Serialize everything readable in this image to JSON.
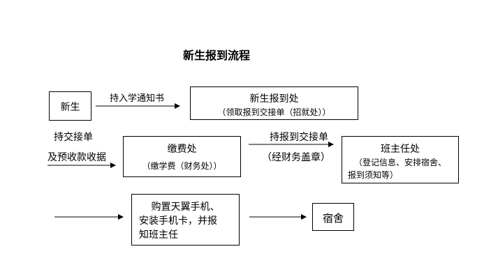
{
  "title": "新生报到流程",
  "nodes": {
    "new_student": {
      "text": "新生"
    },
    "registration_office": {
      "text": "新生报到处",
      "sub": "（领取报到交接单（招就处））"
    },
    "payment_office": {
      "text": "缴费处",
      "sub": "（缴学费（财务处））"
    },
    "class_teacher": {
      "text": "班主任处",
      "sub_line1": "（登记信息、安排宿舍、",
      "sub_line2": "报到须知等）"
    },
    "phone_card": {
      "line1": "购置天翼手机、",
      "line2": "安装手机卡，并报",
      "line3": "知班主任"
    },
    "dormitory": {
      "text": "宿舍"
    }
  },
  "edge_labels": {
    "admission_notice": "持入学通知书",
    "handover_line1": "持交接单",
    "handover_line2": "及预收款收据",
    "with_report_sheet": "持报到交接单",
    "finance_stamp": "（经财务盖章）"
  }
}
